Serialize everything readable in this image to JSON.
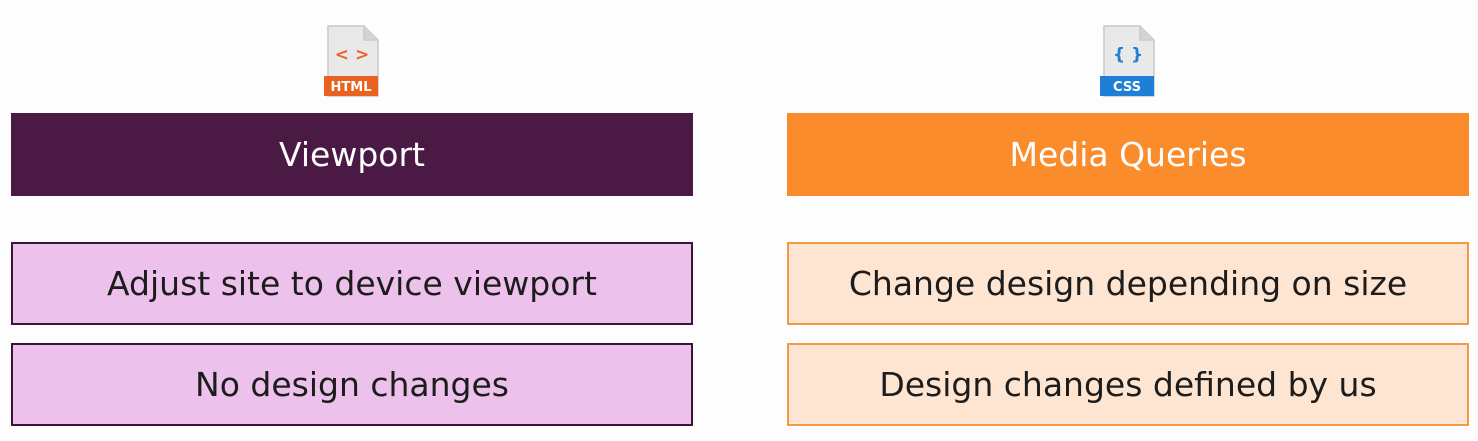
{
  "colors": {
    "viewport_header": "#4a1a44",
    "viewport_item_fill": "#ecc2ec",
    "media_header": "#fa8c2c",
    "media_item_fill": "#fde5d2",
    "html_badge": "#e8631f",
    "css_badge": "#1e7fd6"
  },
  "left": {
    "icon": {
      "name": "html-file-icon",
      "glyph": "< >",
      "badge": "HTML"
    },
    "header": "Viewport",
    "items": [
      "Adjust site to device viewport",
      "No design changes"
    ]
  },
  "right": {
    "icon": {
      "name": "css-file-icon",
      "glyph": "{ }",
      "badge": "CSS"
    },
    "header": "Media Queries",
    "items": [
      "Change design depending on size",
      "Design changes defined by us"
    ]
  }
}
